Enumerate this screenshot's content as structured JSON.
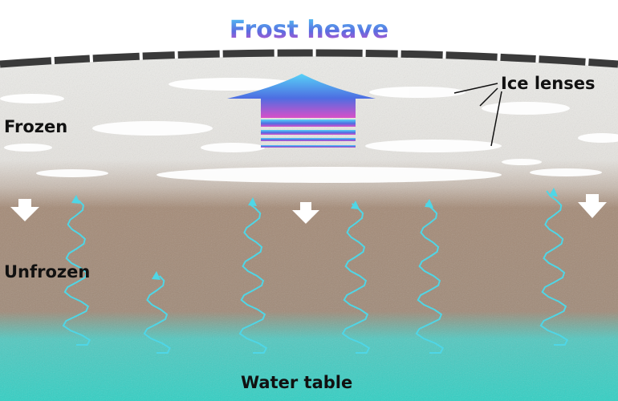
{
  "title": "Frost heave",
  "labels": {
    "ice_lenses": "Ice lenses",
    "frozen": "Frozen",
    "unfrozen": "Unfrozen",
    "water_table": "Water table"
  },
  "colors": {
    "frozen": "#e9e9e6",
    "unfrozen": "#a48a76",
    "water": "#2fd0c4",
    "pavement": "#3a3a3a",
    "water_flow": "#4fd6e6",
    "arrow_top": "#58d2f7",
    "arrow_bottom": "#d84fc8"
  }
}
